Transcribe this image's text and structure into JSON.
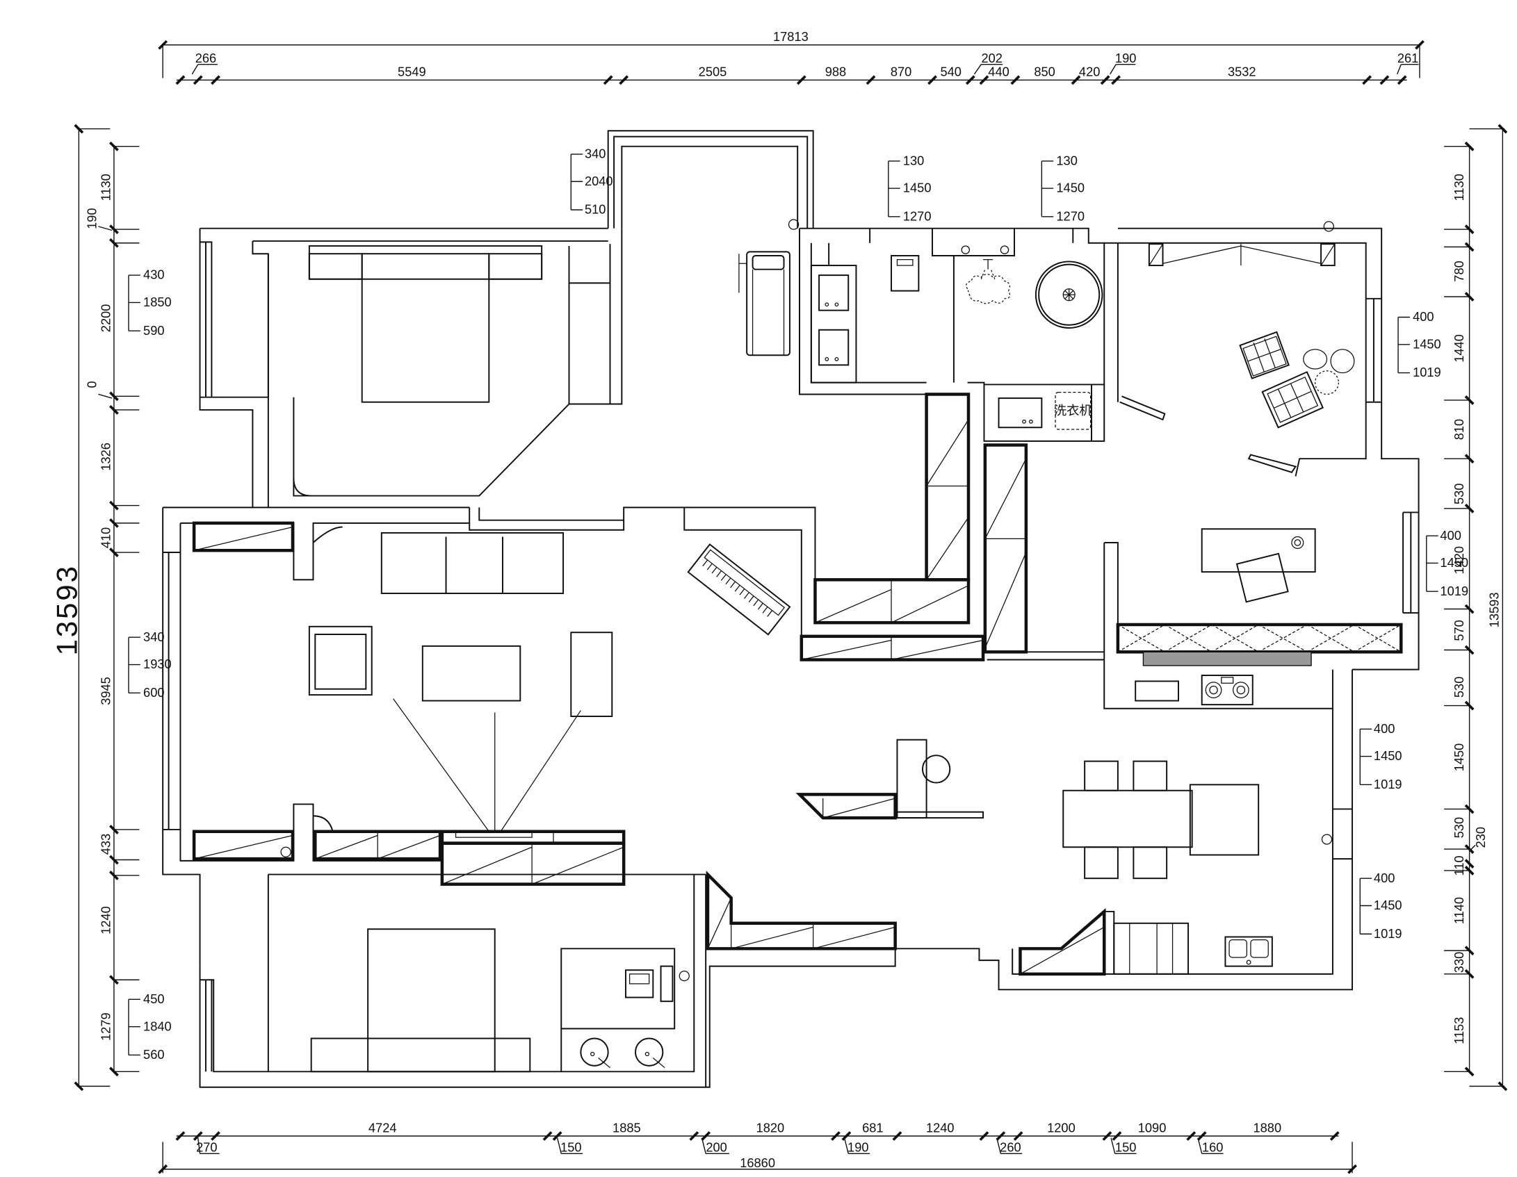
{
  "overall": {
    "top": "17813",
    "bottom": "16860",
    "left": "13593",
    "right": "13593"
  },
  "top_segments": [
    "266",
    "5549",
    "2505",
    "988",
    "870",
    "540",
    "202",
    "440",
    "850",
    "420",
    "190",
    "3532",
    "261"
  ],
  "bottom_segments": [
    "270",
    "4724",
    "150",
    "1885",
    "200",
    "1820",
    "190",
    "681",
    "1240",
    "260",
    "1200",
    "150",
    "1090",
    "160",
    "1880"
  ],
  "left_segments": [
    "1130",
    "190",
    "2200",
    "0",
    "1326",
    "410",
    "3945",
    "433",
    "1240",
    "1279"
  ],
  "right_segments": [
    "1130",
    "780",
    "1440",
    "810",
    "530",
    "1420",
    "570",
    "530",
    "1450",
    "530",
    "230",
    "110",
    "1140",
    "330",
    "1153"
  ],
  "window_marks": {
    "balcony": [
      "340",
      "2040",
      "510"
    ],
    "bath_left": [
      "130",
      "1450",
      "1270"
    ],
    "bath_right": [
      "130",
      "1450",
      "1270"
    ],
    "bedroom_top": [
      "430",
      "1850",
      "590"
    ],
    "living": [
      "340",
      "1930",
      "600"
    ],
    "bedroom_bottom": [
      "450",
      "1840",
      "560"
    ],
    "study_top": [
      "400",
      "1450",
      "1019"
    ],
    "study_bottom": [
      "400",
      "1450",
      "1019"
    ],
    "dining": [
      "400",
      "1450",
      "1019"
    ],
    "kitchen": [
      "400",
      "1450",
      "1019"
    ]
  },
  "labels": {
    "washer": "洗衣机"
  }
}
